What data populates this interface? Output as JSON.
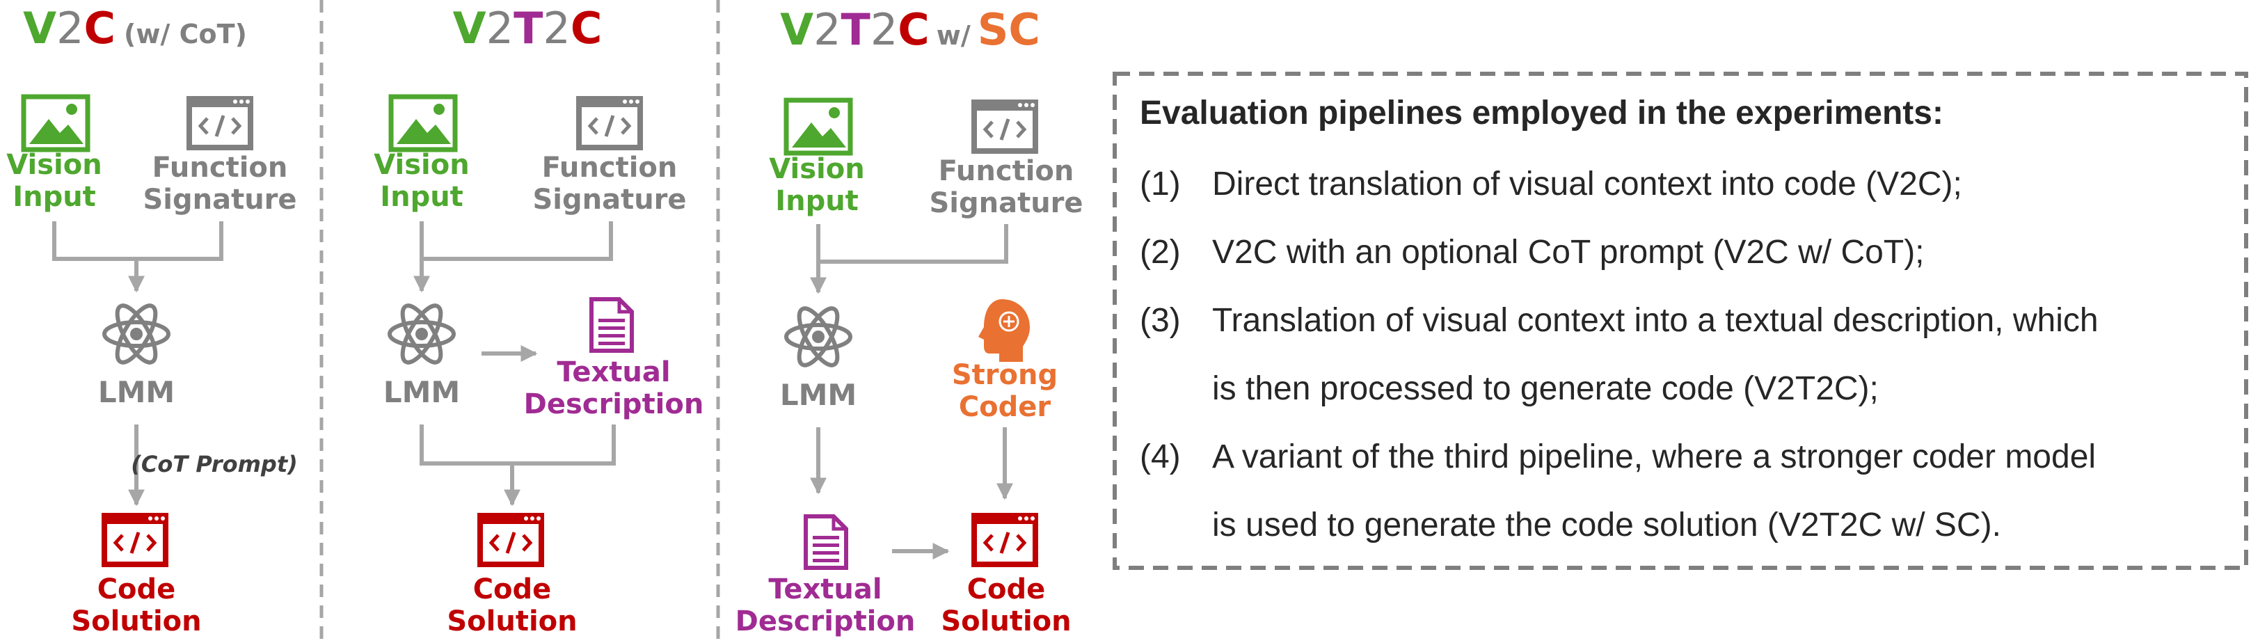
{
  "colors": {
    "green": "#4ea72e",
    "gray": "#808080",
    "purple": "#a02b93",
    "red": "#c00000",
    "orange": "#e97132",
    "edge": "#a6a6a6",
    "divider": "#a6a6a6",
    "text": "#262626"
  },
  "panels": [
    {
      "title": {
        "parts": [
          {
            "text": "V",
            "color": "green"
          },
          {
            "text": "2",
            "color": "gray"
          },
          {
            "text": "C",
            "color": "red"
          },
          {
            "text": "(w/ CoT)",
            "color": "gray"
          }
        ]
      },
      "nodes": {
        "vision_input": [
          "Vision",
          "Input"
        ],
        "function_signature": [
          "Function",
          "Signature"
        ],
        "lmm": "LMM",
        "code_solution": [
          "Code",
          "Solution"
        ]
      },
      "edge_label": "(CoT Prompt)",
      "icons": [
        "image-icon",
        "code-window-icon",
        "atom-icon",
        "code-window-icon"
      ]
    },
    {
      "title": {
        "parts": [
          {
            "text": "V",
            "color": "green"
          },
          {
            "text": "2",
            "color": "gray"
          },
          {
            "text": "T",
            "color": "purple"
          },
          {
            "text": "2",
            "color": "gray"
          },
          {
            "text": "C",
            "color": "red"
          }
        ]
      },
      "nodes": {
        "vision_input": [
          "Vision",
          "Input"
        ],
        "function_signature": [
          "Function",
          "Signature"
        ],
        "lmm": "LMM",
        "textual_description": [
          "Textual",
          "Description"
        ],
        "code_solution": [
          "Code",
          "Solution"
        ]
      },
      "icons": [
        "image-icon",
        "code-window-icon",
        "atom-icon",
        "document-icon",
        "code-window-icon"
      ]
    },
    {
      "title": {
        "parts": [
          {
            "text": "V",
            "color": "green"
          },
          {
            "text": "2",
            "color": "gray"
          },
          {
            "text": "T",
            "color": "purple"
          },
          {
            "text": "2",
            "color": "gray"
          },
          {
            "text": "C",
            "color": "red"
          },
          {
            "text": "w/",
            "color": "gray"
          },
          {
            "text": "SC",
            "color": "orange"
          }
        ]
      },
      "nodes": {
        "vision_input": [
          "Vision",
          "Input"
        ],
        "function_signature": [
          "Function",
          "Signature"
        ],
        "lmm": "LMM",
        "strong_coder": [
          "Strong",
          "Coder"
        ],
        "textual_description": [
          "Textual",
          "Description"
        ],
        "code_solution": [
          "Code",
          "Solution"
        ]
      },
      "icons": [
        "image-icon",
        "code-window-icon",
        "atom-icon",
        "brain-head-icon",
        "document-icon",
        "code-window-icon"
      ]
    }
  ],
  "legend": {
    "heading": "Evaluation pipelines employed in the experiments:",
    "items": [
      {
        "num": "(1)",
        "lines": [
          "Direct translation of visual context into code (V2C);"
        ]
      },
      {
        "num": "(2)",
        "lines": [
          "V2C with an optional CoT prompt (V2C w/ CoT);"
        ]
      },
      {
        "num": "(3)",
        "lines": [
          "Translation of visual context into a textual description, which",
          "is then processed to generate code (V2T2C);"
        ]
      },
      {
        "num": "(4)",
        "lines": [
          "A variant of the third pipeline, where a stronger coder model",
          "is used to generate the code solution (V2T2C w/ SC)."
        ]
      }
    ]
  }
}
